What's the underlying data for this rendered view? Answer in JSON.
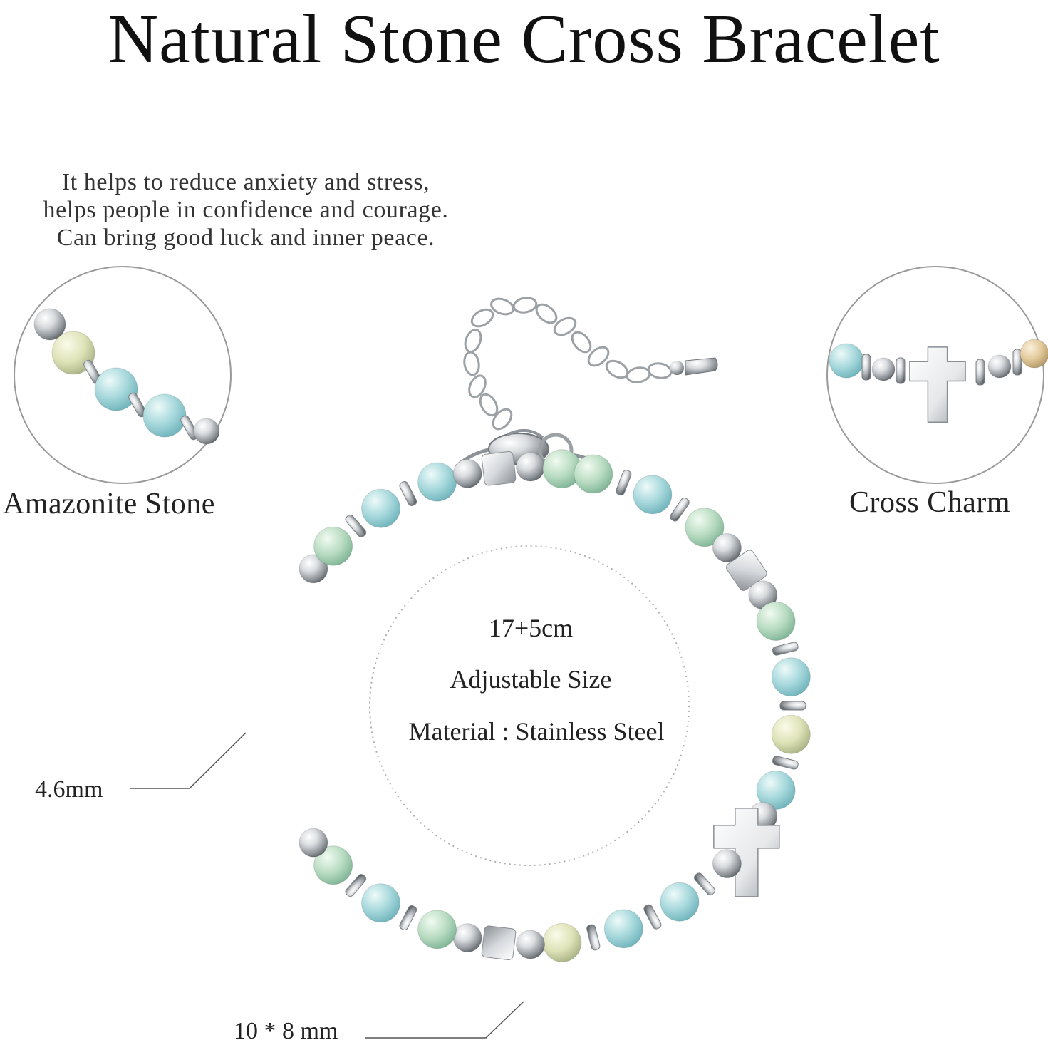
{
  "title": "Natural Stone Cross Bracelet",
  "description": [
    "It helps to reduce anxiety and stress,",
    "helps people in confidence and courage.",
    "Can bring good luck and inner peace."
  ],
  "callouts": {
    "left_label": "Amazonite Stone",
    "right_label": "Cross Charm"
  },
  "specs": {
    "length": "17+5cm",
    "adjustable": "Adjustable Size",
    "material": "Material : Stainless Steel"
  },
  "dimensions": {
    "bead_size": "4.6mm",
    "charm_size": "10 * 8 mm"
  },
  "colors": {
    "silver": "#c9ccd0",
    "amazonite_blue": "#a6d8dc",
    "amazonite_green": "#b9dcc2",
    "amazonite_cream": "#dfe3b8",
    "amazonite_tan": "#e2c99a"
  }
}
